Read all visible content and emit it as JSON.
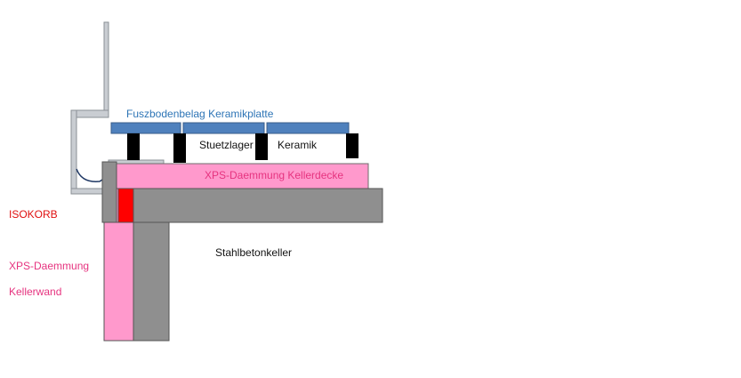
{
  "labels": {
    "floor_covering": "Fuszbodenbelag Keramikplatte",
    "support_bearing": "Stuetzlager",
    "ceramic": "Keramik",
    "xps_ceiling": "XPS-Daemmung Kellerdecke",
    "isokorb": "ISOKORB",
    "concrete_basement": "Stahlbetonkeller",
    "xps_wall_line1": "XPS-Daemmung",
    "xps_wall_line2": "Kellerwand"
  },
  "colors": {
    "tile_fill": "#4f81bd",
    "tile_stroke": "#385d8a",
    "bearing": "#000000",
    "xps_fill": "#ff99cc",
    "concrete": "#8f8f8f",
    "isokorb": "#ff0000",
    "steel": "#b8bec4",
    "drain": "#1f3864"
  }
}
